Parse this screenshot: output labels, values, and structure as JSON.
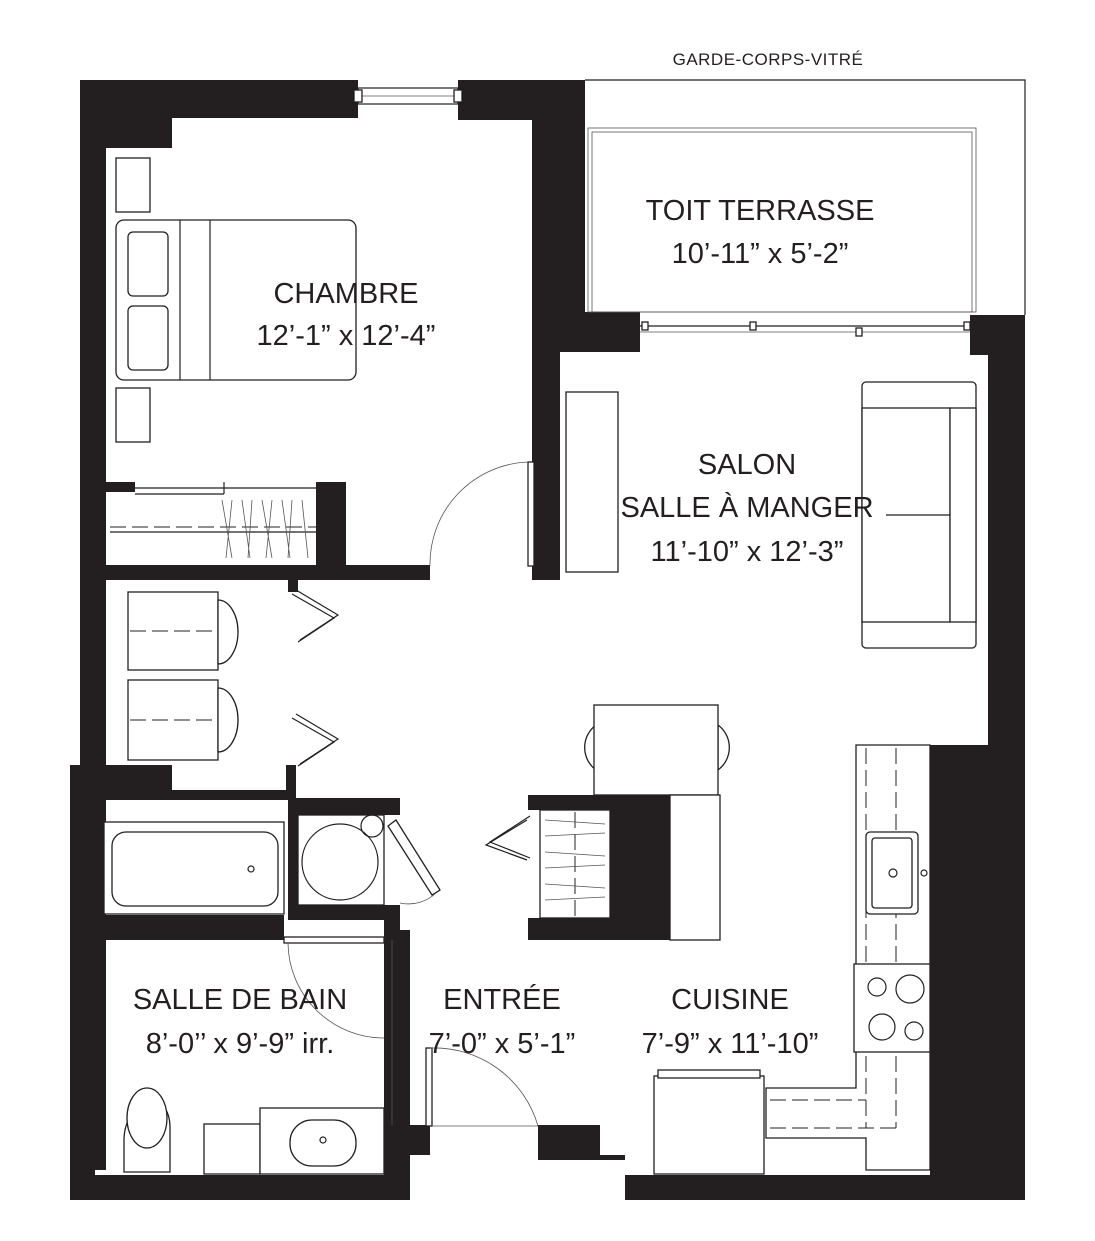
{
  "plan": {
    "railing_label": "GARDE-CORPS-VITRÉ",
    "rooms": {
      "terrace": {
        "name": "TOIT TERRASSE",
        "dims": "10’-11” x 5’-2”"
      },
      "bedroom": {
        "name": "CHAMBRE",
        "dims": "12’-1” x 12’-4”"
      },
      "living": {
        "name": "SALON",
        "name2": "SALLE À MANGER",
        "dims": "11’-10” x 12’-3”"
      },
      "bathroom": {
        "name": "SALLE DE BAIN",
        "dims": "8’-0’’ x 9’-9” irr."
      },
      "entry": {
        "name": "ENTRÉE",
        "dims": "7’-0” x 5’-1”"
      },
      "kitchen": {
        "name": "CUISINE",
        "dims": "7’-9” x 11’-10”"
      }
    },
    "colors": {
      "wall": "#231f20",
      "background": "#ffffff"
    }
  }
}
